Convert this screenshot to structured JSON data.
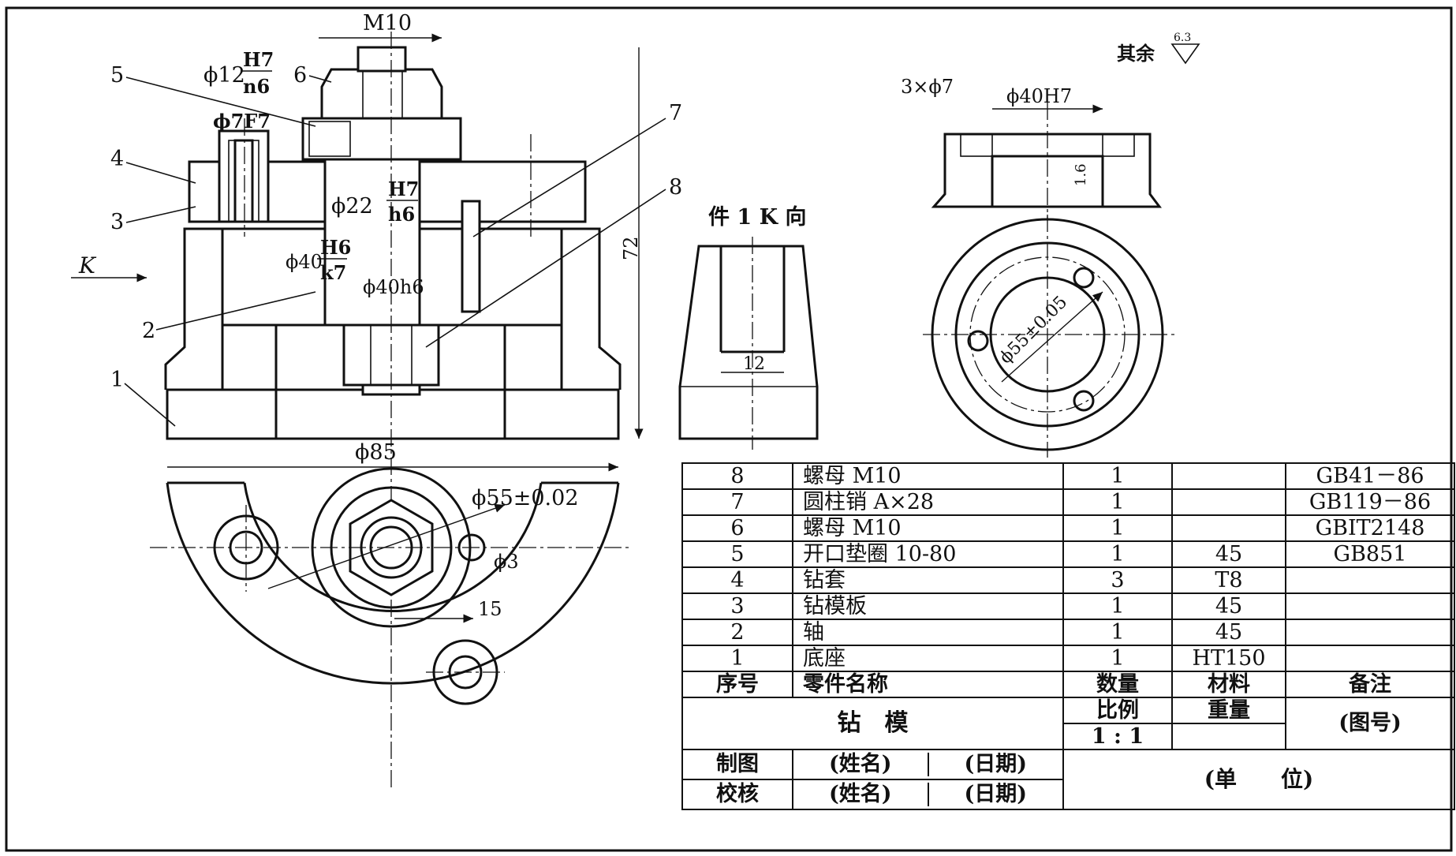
{
  "drawing": {
    "dims": {
      "m10": "M10",
      "d12": "ϕ12",
      "h7_a": "H7",
      "n6": "n6",
      "d7f7": "ϕ7F7",
      "d22": "ϕ22",
      "h7_b": "H7",
      "h6": "h6",
      "d40": "ϕ40",
      "h6_b": "H6",
      "k7": "k7",
      "d40h6": "ϕ40h6",
      "d85": "ϕ85",
      "h72": "72",
      "d55_002": "ϕ55±0.02",
      "d3": "ϕ3",
      "n15": "15",
      "n12": "12",
      "d40h7": "ϕ40H7",
      "holes": "3×ϕ7",
      "d55_005": "ϕ55±0.05",
      "rough": "1.6"
    },
    "k_mark": "K",
    "k_view": "件 1 K 向",
    "rest_rough": "其余",
    "rest_value": "6.3",
    "callouts": [
      "1",
      "2",
      "3",
      "4",
      "5",
      "6",
      "7",
      "8"
    ]
  },
  "bom": {
    "rows": [
      {
        "no": "8",
        "name": "螺母 M10",
        "qty": "1",
        "mat": "",
        "note": "GB41－86"
      },
      {
        "no": "7",
        "name": "圆柱销 A×28",
        "qty": "1",
        "mat": "",
        "note": "GB119－86"
      },
      {
        "no": "6",
        "name": "螺母 M10",
        "qty": "1",
        "mat": "",
        "note": "GBIT2148"
      },
      {
        "no": "5",
        "name": "开口垫圈 10-80",
        "qty": "1",
        "mat": "45",
        "note": "GB851"
      },
      {
        "no": "4",
        "name": "钻套",
        "qty": "3",
        "mat": "T8",
        "note": ""
      },
      {
        "no": "3",
        "name": "钻模板",
        "qty": "1",
        "mat": "45",
        "note": ""
      },
      {
        "no": "2",
        "name": "轴",
        "qty": "1",
        "mat": "45",
        "note": ""
      },
      {
        "no": "1",
        "name": "底座",
        "qty": "1",
        "mat": "HT150",
        "note": ""
      }
    ],
    "header": {
      "no": "序号",
      "name": "零件名称",
      "qty": "数量",
      "mat": "材料",
      "note": "备注"
    },
    "title": "钻　模",
    "scale_label": "比例",
    "weight_label": "重量",
    "scale_value": "1 : 1",
    "drawing_no": "(图号)",
    "drawn_label": "制图",
    "checked_label": "校核",
    "name_ph": "(姓名)",
    "date_ph": "(日期)",
    "unit": "(单　　位)"
  }
}
